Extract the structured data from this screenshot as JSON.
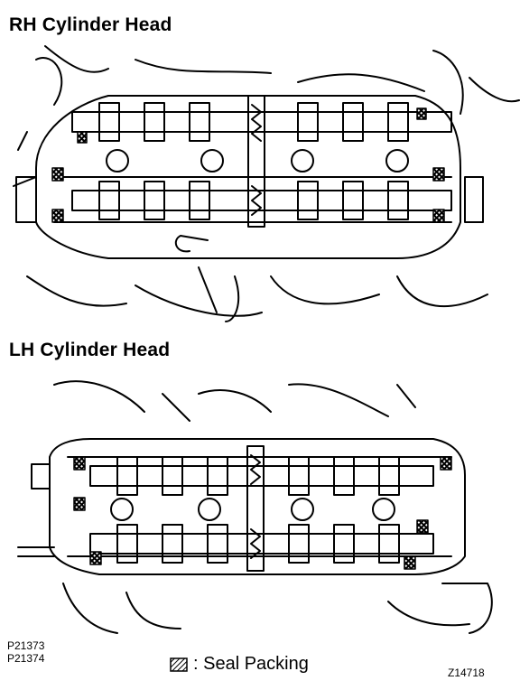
{
  "rh": {
    "title": "RH Cylinder Head"
  },
  "lh": {
    "title": "LH Cylinder Head"
  },
  "legend": {
    "label": ": Seal Packing",
    "icon": "hatched-square-icon"
  },
  "codes": {
    "line1": "P21373",
    "line2": "P21374"
  },
  "figure_id": "Z14718",
  "colors": {
    "ink": "#000000",
    "paper": "#ffffff"
  }
}
